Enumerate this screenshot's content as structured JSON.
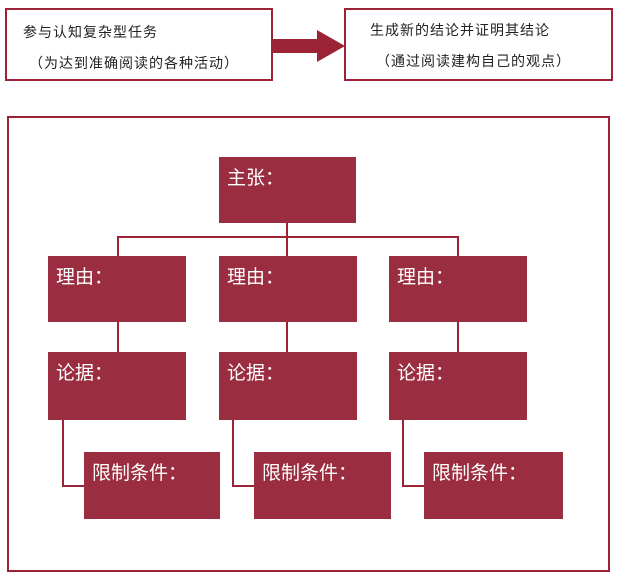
{
  "top": {
    "left_line1": "参与认知复杂型任务",
    "left_line2": "（为达到准确阅读的各种活动）",
    "right_line1": "生成新的结论并证明其结论",
    "right_line2": "（通过阅读建构自己的观点）"
  },
  "tree": {
    "claim": "主张：",
    "reasons": [
      "理由：",
      "理由：",
      "理由："
    ],
    "evidence": [
      "论据：",
      "论据：",
      "论据："
    ],
    "qualifiers": [
      "限制条件：",
      "限制条件：",
      "限制条件："
    ]
  },
  "colors": {
    "box": "#9b2d40",
    "line": "#9b2335",
    "arrow": "#9b2335"
  }
}
